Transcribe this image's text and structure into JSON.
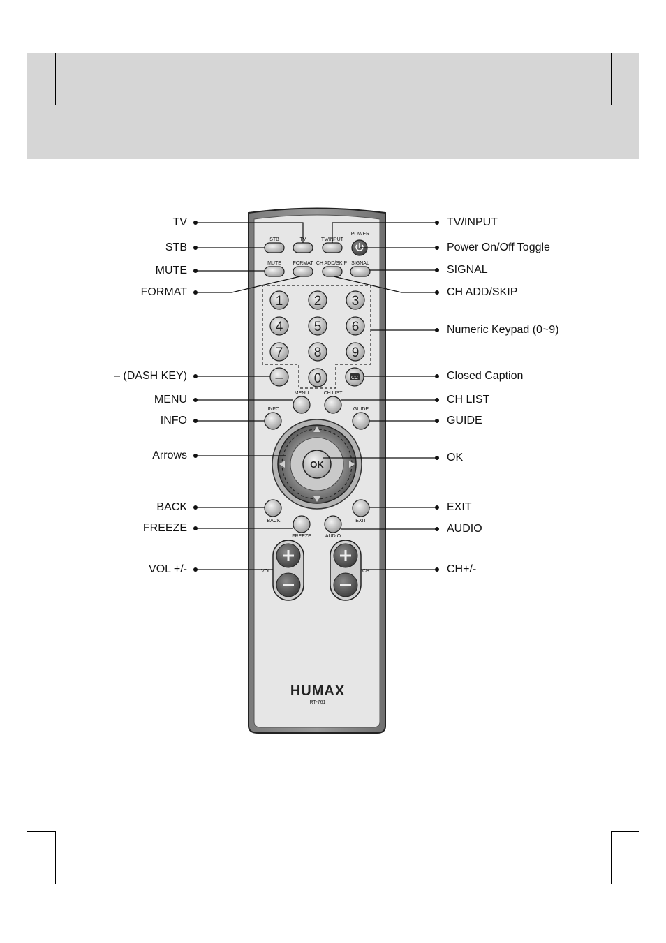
{
  "remote": {
    "brand": "HUMAX",
    "model": "RT-761",
    "key_labels": {
      "stb": "STB",
      "tv": "TV",
      "tv_input": "TV/INPUT",
      "power": "POWER",
      "mute": "MUTE",
      "format": "FORMAT",
      "ch_add_skip": "CH ADD/SKIP",
      "signal": "SIGNAL",
      "menu": "MENU",
      "ch_list": "CH LIST",
      "info": "INFO",
      "guide": "GUIDE",
      "ok": "OK",
      "back": "BACK",
      "exit": "EXIT",
      "freeze": "FREEZE",
      "audio": "AUDIO",
      "vol": "VOL",
      "ch": "CH",
      "cc": "CC",
      "dash": "–"
    },
    "digits": [
      "1",
      "2",
      "3",
      "4",
      "5",
      "6",
      "7",
      "8",
      "9",
      "0"
    ]
  },
  "callouts_left": [
    "TV",
    "STB",
    "MUTE",
    "FORMAT",
    "– (DASH KEY)",
    "MENU",
    "INFO",
    "Arrows",
    "BACK",
    "FREEZE",
    "VOL +/-"
  ],
  "callouts_right": [
    "TV/INPUT",
    "Power On/Off Toggle",
    "SIGNAL",
    "CH ADD/SKIP",
    "Numeric Keypad (0~9)",
    "Closed Caption",
    "CH LIST",
    "GUIDE",
    "OK",
    "EXIT",
    "AUDIO",
    "CH+/-"
  ]
}
